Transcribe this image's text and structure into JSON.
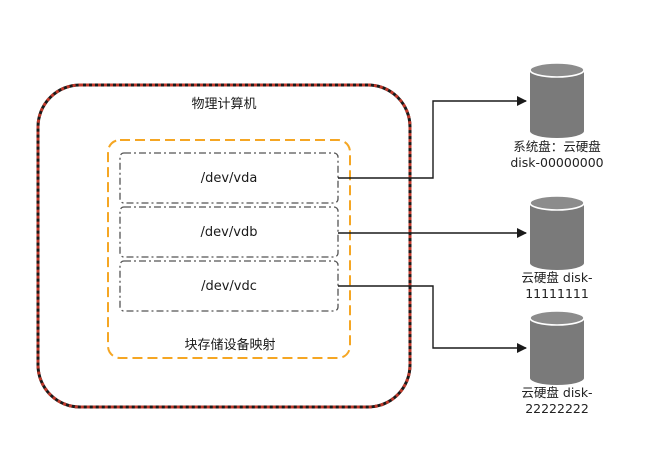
{
  "machine": {
    "title": "物理计算机"
  },
  "mapping": {
    "title": "块存储设备映射"
  },
  "devices": [
    {
      "label": "/dev/vda"
    },
    {
      "label": "/dev/vdb"
    },
    {
      "label": "/dev/vdc"
    }
  ],
  "disks": [
    {
      "line1": "系统盘：云硬盘",
      "line2": "disk-00000000"
    },
    {
      "line1": "云硬盘 disk-",
      "line2": "11111111"
    },
    {
      "line1": "云硬盘 disk-",
      "line2": "22222222"
    }
  ],
  "colors": {
    "machine_border": "#c0392b",
    "mapping_border": "#f5a623",
    "device_border": "#555555",
    "disk_fill": "#7a7a7a",
    "disk_top": "#8c8c8c",
    "connector": "#1a1a1a"
  }
}
